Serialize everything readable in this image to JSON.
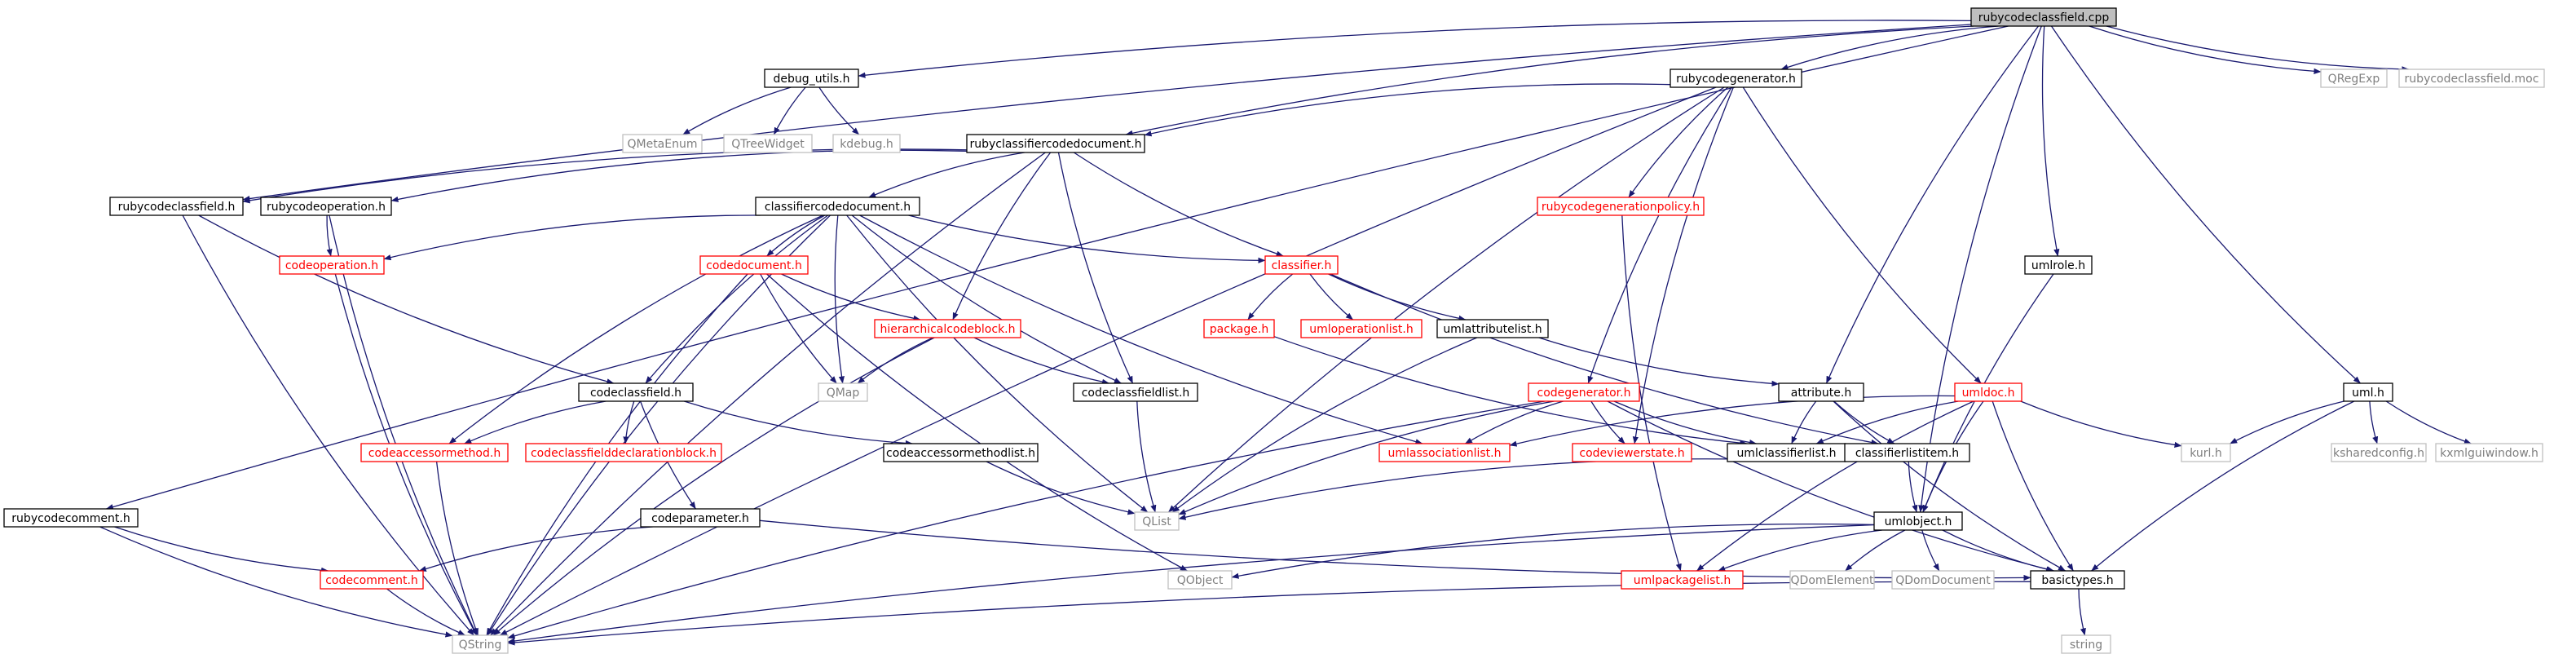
{
  "colors": {
    "edge": "#191970",
    "box_border": "#000000",
    "missing_border": "#bfbfbf",
    "missing_text": "#7f7f7f",
    "red_border": "#ff0000",
    "root_fill": "#bfbfbf",
    "text": "#000000",
    "red_text": "#ff0000"
  },
  "nodes": [
    {
      "id": "root",
      "label": "rubycodeclassfield.cpp",
      "style": "root"
    },
    {
      "id": "qregexp",
      "label": "QRegExp",
      "style": "missing"
    },
    {
      "id": "moc",
      "label": "rubycodeclassfield.moc",
      "style": "missing"
    },
    {
      "id": "debug_utils",
      "label": "debug_utils.h",
      "style": "black"
    },
    {
      "id": "rubycodegenerator",
      "label": "rubycodegenerator.h",
      "style": "black"
    },
    {
      "id": "qmetaenum",
      "label": "QMetaEnum",
      "style": "missing"
    },
    {
      "id": "qtreewidget",
      "label": "QTreeWidget",
      "style": "missing"
    },
    {
      "id": "kdebug",
      "label": "kdebug.h",
      "style": "missing"
    },
    {
      "id": "rubyclassifiercodedocument",
      "label": "rubyclassifiercodedocument.h",
      "style": "black"
    },
    {
      "id": "rubycodeclassfield_h",
      "label": "rubycodeclassfield.h",
      "style": "black"
    },
    {
      "id": "rubycodeoperation",
      "label": "rubycodeoperation.h",
      "style": "black"
    },
    {
      "id": "classifiercodedocument",
      "label": "classifiercodedocument.h",
      "style": "black"
    },
    {
      "id": "rubycodegenerationpolicy",
      "label": "rubycodegenerationpolicy.h",
      "style": "red"
    },
    {
      "id": "codeoperation",
      "label": "codeoperation.h",
      "style": "red"
    },
    {
      "id": "codedocument",
      "label": "codedocument.h",
      "style": "red"
    },
    {
      "id": "classifier",
      "label": "classifier.h",
      "style": "red"
    },
    {
      "id": "umlrole",
      "label": "umlrole.h",
      "style": "black"
    },
    {
      "id": "hierarchicalcodeblock",
      "label": "hierarchicalcodeblock.h",
      "style": "red"
    },
    {
      "id": "package",
      "label": "package.h",
      "style": "red"
    },
    {
      "id": "umloperationlist",
      "label": "umloperationlist.h",
      "style": "red"
    },
    {
      "id": "umlattributelist",
      "label": "umlattributelist.h",
      "style": "black"
    },
    {
      "id": "qmap",
      "label": "QMap",
      "style": "missing"
    },
    {
      "id": "codeclassfieldlist",
      "label": "codeclassfieldlist.h",
      "style": "black"
    },
    {
      "id": "codeclassfield",
      "label": "codeclassfield.h",
      "style": "black"
    },
    {
      "id": "codegenerator",
      "label": "codegenerator.h",
      "style": "red"
    },
    {
      "id": "attribute",
      "label": "attribute.h",
      "style": "black"
    },
    {
      "id": "umldoc",
      "label": "umldoc.h",
      "style": "red"
    },
    {
      "id": "uml",
      "label": "uml.h",
      "style": "black"
    },
    {
      "id": "codeaccessormethod",
      "label": "codeaccessormethod.h",
      "style": "red"
    },
    {
      "id": "codeclassfielddeclarationblock",
      "label": "codeclassfielddeclarationblock.h",
      "style": "red"
    },
    {
      "id": "codeaccessormethodlist",
      "label": "codeaccessormethodlist.h",
      "style": "black"
    },
    {
      "id": "umlassociationlist",
      "label": "umlassociationlist.h",
      "style": "red"
    },
    {
      "id": "codeviewerstate",
      "label": "codeviewerstate.h",
      "style": "red"
    },
    {
      "id": "umlclassifierlist",
      "label": "umlclassifierlist.h",
      "style": "black"
    },
    {
      "id": "classifierlistitem",
      "label": "classifierlistitem.h",
      "style": "black"
    },
    {
      "id": "kurl",
      "label": "kurl.h",
      "style": "missing"
    },
    {
      "id": "ksharedconfig",
      "label": "ksharedconfig.h",
      "style": "missing"
    },
    {
      "id": "kxmlguiwindow",
      "label": "kxmlguiwindow.h",
      "style": "missing"
    },
    {
      "id": "qlist",
      "label": "QList",
      "style": "missing"
    },
    {
      "id": "rubycodecomment",
      "label": "rubycodecomment.h",
      "style": "black"
    },
    {
      "id": "codeparameter",
      "label": "codeparameter.h",
      "style": "black"
    },
    {
      "id": "umlobject",
      "label": "umlobject.h",
      "style": "black"
    },
    {
      "id": "codecomment",
      "label": "codecomment.h",
      "style": "red"
    },
    {
      "id": "qobject",
      "label": "QObject",
      "style": "missing"
    },
    {
      "id": "umlpackagelist",
      "label": "umlpackagelist.h",
      "style": "red"
    },
    {
      "id": "qdomelement",
      "label": "QDomElement",
      "style": "missing"
    },
    {
      "id": "qdomdocument",
      "label": "QDomDocument",
      "style": "missing"
    },
    {
      "id": "basictypes",
      "label": "basictypes.h",
      "style": "black"
    },
    {
      "id": "qstring",
      "label": "QString",
      "style": "missing"
    },
    {
      "id": "string",
      "label": "string",
      "style": "missing"
    }
  ],
  "edges": [
    [
      "root",
      "qregexp"
    ],
    [
      "root",
      "moc"
    ],
    [
      "root",
      "debug_utils"
    ],
    [
      "root",
      "rubycodegenerator"
    ],
    [
      "root",
      "rubyclassifiercodedocument"
    ],
    [
      "root",
      "rubycodeclassfield_h"
    ],
    [
      "root",
      "umlrole"
    ],
    [
      "root",
      "attribute"
    ],
    [
      "root",
      "uml"
    ],
    [
      "root",
      "umlobject"
    ],
    [
      "root",
      "rubycodecomment"
    ],
    [
      "debug_utils",
      "qmetaenum"
    ],
    [
      "debug_utils",
      "qtreewidget"
    ],
    [
      "debug_utils",
      "kdebug"
    ],
    [
      "rubycodegenerator",
      "rubyclassifiercodedocument"
    ],
    [
      "rubycodegenerator",
      "rubycodegenerationpolicy"
    ],
    [
      "rubycodegenerator",
      "codegenerator"
    ],
    [
      "rubycodegenerator",
      "umldoc"
    ],
    [
      "rubycodegenerator",
      "codeviewerstate"
    ],
    [
      "rubycodegenerator",
      "qlist"
    ],
    [
      "rubycodegenerator",
      "qstring"
    ],
    [
      "rubyclassifiercodedocument",
      "rubycodeclassfield_h"
    ],
    [
      "rubyclassifiercodedocument",
      "rubycodeoperation"
    ],
    [
      "rubyclassifiercodedocument",
      "classifiercodedocument"
    ],
    [
      "rubyclassifiercodedocument",
      "classifier"
    ],
    [
      "rubyclassifiercodedocument",
      "hierarchicalcodeblock"
    ],
    [
      "rubyclassifiercodedocument",
      "codeclassfieldlist"
    ],
    [
      "rubyclassifiercodedocument",
      "qstring"
    ],
    [
      "rubycodeclassfield_h",
      "codeclassfield"
    ],
    [
      "rubycodeclassfield_h",
      "qstring"
    ],
    [
      "rubycodeoperation",
      "codeoperation"
    ],
    [
      "rubycodeoperation",
      "qstring"
    ],
    [
      "classifiercodedocument",
      "codeoperation"
    ],
    [
      "classifiercodedocument",
      "codedocument"
    ],
    [
      "classifiercodedocument",
      "classifier"
    ],
    [
      "classifiercodedocument",
      "codeclassfield"
    ],
    [
      "classifiercodedocument",
      "codeaccessormethod"
    ],
    [
      "classifiercodedocument",
      "qmap"
    ],
    [
      "classifiercodedocument",
      "codeclassfieldlist"
    ],
    [
      "classifiercodedocument",
      "umlassociationlist"
    ],
    [
      "classifiercodedocument",
      "qlist"
    ],
    [
      "classifiercodedocument",
      "qstring"
    ],
    [
      "codeoperation",
      "qstring"
    ],
    [
      "codedocument",
      "hierarchicalcodeblock"
    ],
    [
      "codedocument",
      "qmap"
    ],
    [
      "codedocument",
      "qobject"
    ],
    [
      "codedocument",
      "qstring"
    ],
    [
      "classifier",
      "package"
    ],
    [
      "classifier",
      "umloperationlist"
    ],
    [
      "classifier",
      "umlattributelist"
    ],
    [
      "classifier",
      "classifierlistitem"
    ],
    [
      "hierarchicalcodeblock",
      "qmap"
    ],
    [
      "hierarchicalcodeblock",
      "codeclassfieldlist"
    ],
    [
      "hierarchicalcodeblock",
      "qstring"
    ],
    [
      "package",
      "umlclassifierlist"
    ],
    [
      "umlattributelist",
      "attribute"
    ],
    [
      "umlattributelist",
      "qlist"
    ],
    [
      "codeclassfieldlist",
      "qlist"
    ],
    [
      "codeclassfield",
      "codeaccessormethod"
    ],
    [
      "codeclassfield",
      "codeclassfielddeclarationblock"
    ],
    [
      "codeclassfield",
      "codeaccessormethodlist"
    ],
    [
      "codeclassfield",
      "codeparameter"
    ],
    [
      "codegenerator",
      "umlassociationlist"
    ],
    [
      "codegenerator",
      "codeviewerstate"
    ],
    [
      "codegenerator",
      "umlclassifierlist"
    ],
    [
      "codegenerator",
      "qlist"
    ],
    [
      "codegenerator",
      "basictypes"
    ],
    [
      "codegenerator",
      "qstring"
    ],
    [
      "attribute",
      "umlclassifierlist"
    ],
    [
      "attribute",
      "classifierlistitem"
    ],
    [
      "attribute",
      "basictypes"
    ],
    [
      "umldoc",
      "umlassociationlist"
    ],
    [
      "umldoc",
      "umlclassifierlist"
    ],
    [
      "umldoc",
      "umlobject"
    ],
    [
      "umldoc",
      "umlpackagelist"
    ],
    [
      "umldoc",
      "basictypes"
    ],
    [
      "umldoc",
      "kurl"
    ],
    [
      "uml",
      "kurl"
    ],
    [
      "uml",
      "ksharedconfig"
    ],
    [
      "uml",
      "kxmlguiwindow"
    ],
    [
      "uml",
      "basictypes"
    ],
    [
      "codeaccessormethod",
      "qstring"
    ],
    [
      "codeaccessormethodlist",
      "qlist"
    ],
    [
      "umlclassifierlist",
      "qlist"
    ],
    [
      "classifierlistitem",
      "umlobject"
    ],
    [
      "rubycodecomment",
      "codecomment"
    ],
    [
      "rubycodecomment",
      "qstring"
    ],
    [
      "codeparameter",
      "codecomment"
    ],
    [
      "codeparameter",
      "basictypes"
    ],
    [
      "umlobject",
      "qobject"
    ],
    [
      "umlobject",
      "umlpackagelist"
    ],
    [
      "umlobject",
      "qdomelement"
    ],
    [
      "umlobject",
      "qdomdocument"
    ],
    [
      "umlobject",
      "basictypes"
    ],
    [
      "umlobject",
      "qstring"
    ],
    [
      "umlrole",
      "umlobject"
    ],
    [
      "codecomment",
      "qstring"
    ],
    [
      "basictypes",
      "string"
    ],
    [
      "basictypes",
      "qstring"
    ],
    [
      "rubycodegenerationpolicy",
      "umlpackagelist"
    ]
  ]
}
